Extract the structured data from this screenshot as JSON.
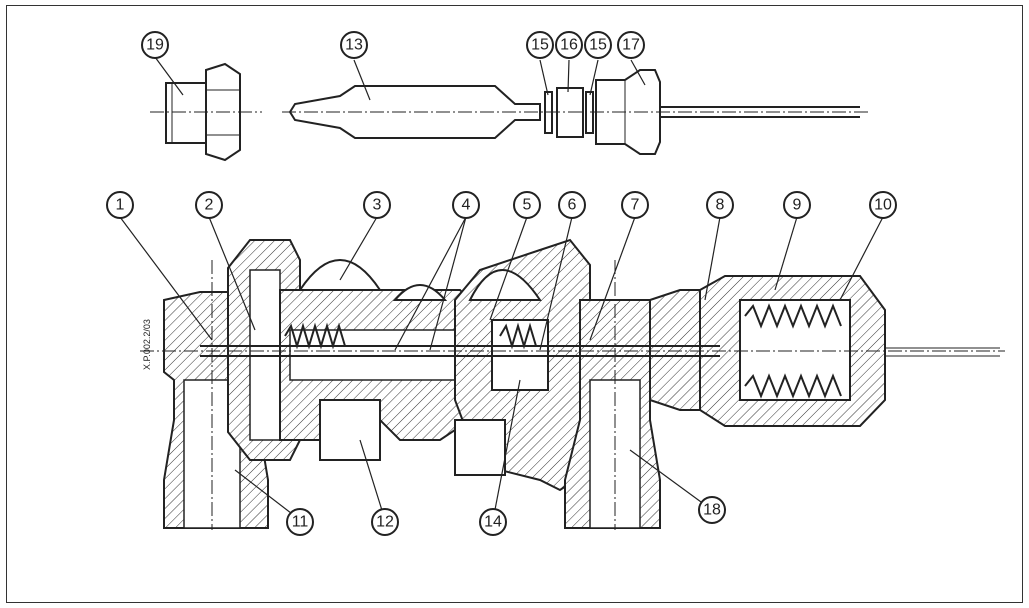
{
  "drawing_code": "X.P.002.2/03",
  "callouts": [
    {
      "id": "callout-1",
      "label": "1"
    },
    {
      "id": "callout-2",
      "label": "2"
    },
    {
      "id": "callout-3",
      "label": "3"
    },
    {
      "id": "callout-4",
      "label": "4"
    },
    {
      "id": "callout-5",
      "label": "5"
    },
    {
      "id": "callout-6",
      "label": "6"
    },
    {
      "id": "callout-7",
      "label": "7"
    },
    {
      "id": "callout-8",
      "label": "8"
    },
    {
      "id": "callout-9",
      "label": "9"
    },
    {
      "id": "callout-10",
      "label": "10"
    },
    {
      "id": "callout-11",
      "label": "11"
    },
    {
      "id": "callout-12",
      "label": "12"
    },
    {
      "id": "callout-13",
      "label": "13"
    },
    {
      "id": "callout-14",
      "label": "14"
    },
    {
      "id": "callout-15a",
      "label": "15"
    },
    {
      "id": "callout-16",
      "label": "16"
    },
    {
      "id": "callout-15b",
      "label": "15"
    },
    {
      "id": "callout-17",
      "label": "17"
    },
    {
      "id": "callout-18",
      "label": "18"
    },
    {
      "id": "callout-19",
      "label": "19"
    }
  ]
}
